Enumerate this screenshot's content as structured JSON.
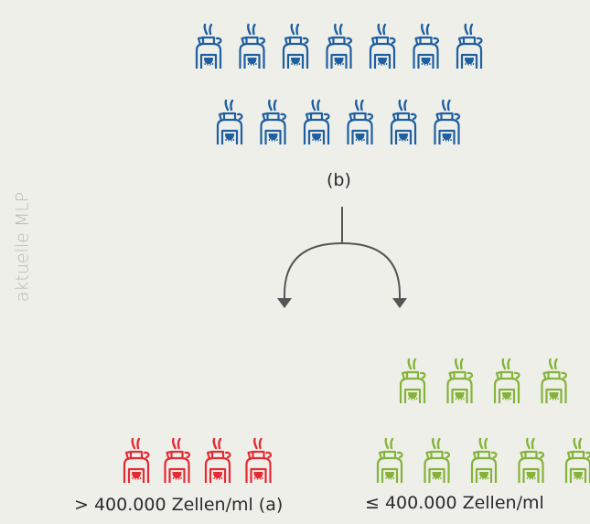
{
  "side_label": "aktuelle MLP",
  "group_b_label": "(b)",
  "high_label": "> 400.000 Zellen/ml (a)",
  "low_label": "≤ 400.000 Zellen/ml",
  "colors": {
    "background": "#efefea",
    "herd_all": "#1e5fa0",
    "herd_high": "#e42b34",
    "herd_low": "#84b339",
    "arrow": "#555555",
    "side_text": "#b9b9b5"
  },
  "icon": "cow-icon",
  "counts": {
    "total": 13,
    "high": 4,
    "low": 9
  }
}
